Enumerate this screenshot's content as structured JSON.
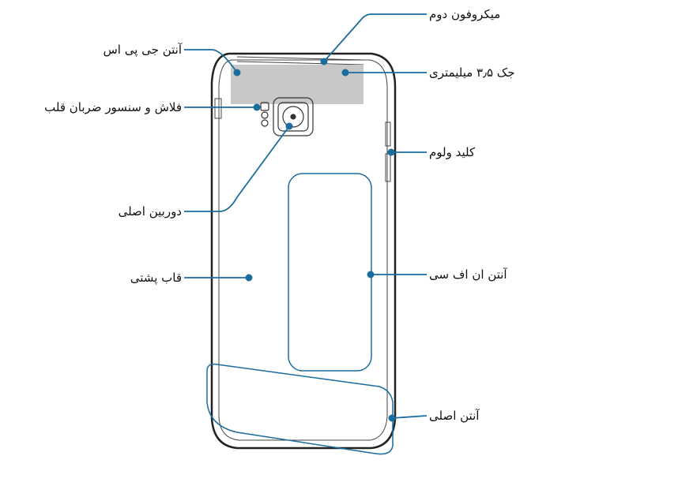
{
  "colors": {
    "leader": "#1a6d9e",
    "outline": "#222222",
    "antenna_fill": "#c8c8c8",
    "antenna_outline": "#1a6d9e"
  },
  "labels_left": {
    "gps_antenna": "آنتن جی پی اس",
    "flash_hr_sensor": "فلاش و سنسور ضربان قلب",
    "main_camera": "دوربین اصلی",
    "back_cover": "قاب پشتی"
  },
  "labels_right": {
    "second_mic": "میکروفون دوم",
    "headset_jack": "جک ۳٫۵ میلیمتری",
    "volume_key": "کلید ولوم",
    "nfc_antenna": "آنتن ان اف سی",
    "main_antenna": "آنتن اصلی"
  }
}
